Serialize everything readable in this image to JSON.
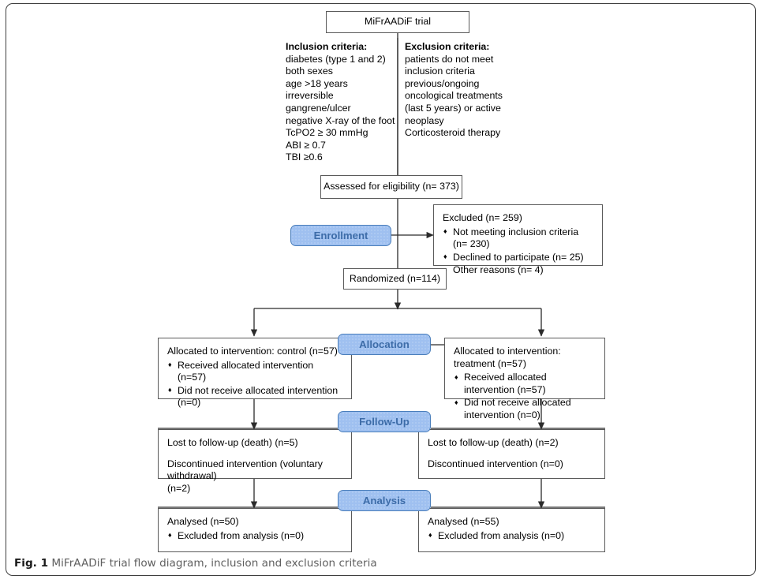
{
  "figure": {
    "caption_label": "Fig. 1",
    "caption_text": "MiFrAADiF trial flow diagram, inclusion and exclusion criteria"
  },
  "colors": {
    "stage_fill": "#9fc0f0",
    "stage_border": "#4a7ebb",
    "stage_text": "#3d6ca8",
    "box_border": "#5a5a5a",
    "connector": "#3f3f3f",
    "caption_text": "#5f5f5f"
  },
  "title_box": {
    "label": "MiFrAADiF trial"
  },
  "criteria": {
    "inclusion": {
      "heading": "Inclusion criteria:",
      "items": [
        "diabetes (type 1 and 2)",
        "both sexes",
        "age >18 years",
        "irreversible",
        "gangrene/ulcer",
        "negative X-ray of the foot",
        "TcPO2 ≥ 30 mmHg",
        "ABI ≥ 0.7",
        "TBI ≥0.6"
      ]
    },
    "exclusion": {
      "heading": "Exclusion criteria:",
      "items": [
        "patients do not meet",
        "inclusion criteria",
        "previous/ongoing",
        "oncological treatments",
        "(last 5 years) or active",
        "neoplasy",
        "Corticosteroid therapy"
      ]
    }
  },
  "eligibility_box": {
    "label": "Assessed for eligibility (n= 373)"
  },
  "stages": {
    "enrollment": "Enrollment",
    "allocation": "Allocation",
    "followup": "Follow-Up",
    "analysis": "Analysis"
  },
  "excluded_box": {
    "title": "Excluded (n= 259)",
    "items": [
      "Not meeting inclusion criteria (n= 230)",
      "Declined to participate (n= 25)",
      "Other reasons (n= 4)"
    ]
  },
  "randomized_box": {
    "label": "Randomized (n=114)"
  },
  "allocation": {
    "left": {
      "title": "Allocated to intervention: control (n=57)",
      "items": [
        "Received allocated intervention (n=57)",
        "Did not receive allocated intervention (n=0)"
      ]
    },
    "right": {
      "title": "Allocated to intervention: treatment (n=57)",
      "items": [
        "Received allocated intervention (n=57)",
        "Did not receive allocated intervention (n=0)"
      ]
    }
  },
  "followup": {
    "left": {
      "line1": "Lost to follow-up (death) (n=5)",
      "line2": "Discontinued intervention (voluntary withdrawal)",
      "line3": "(n=2)"
    },
    "right": {
      "line1": "Lost to follow-up (death) (n=2)",
      "line2": "Discontinued intervention (n=0)",
      "line3": ""
    }
  },
  "analysis": {
    "left": {
      "title": "Analysed (n=50)",
      "items": [
        "Excluded from analysis (n=0)"
      ]
    },
    "right": {
      "title": "Analysed (n=55)",
      "items": [
        "Excluded from analysis (n=0)"
      ]
    }
  }
}
